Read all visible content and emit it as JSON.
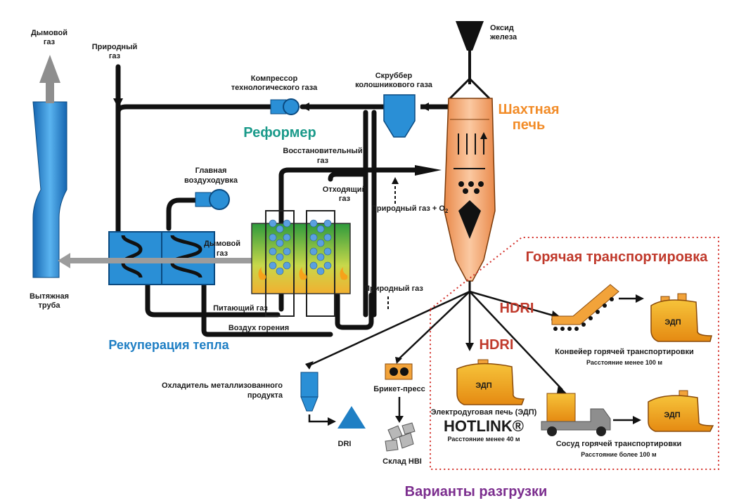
{
  "labels": {
    "flue_gas_top": [
      "Дымовой",
      "газ"
    ],
    "natural_gas_top": [
      "Природный",
      "газ"
    ],
    "stack": [
      "Вытяжная",
      "труба"
    ],
    "compressor": [
      "Компрессор",
      "технологического газа"
    ],
    "scrubber": [
      "Скруббер",
      "колошникового газа"
    ],
    "iron_oxide": [
      "Оксид",
      "железа"
    ],
    "shaft_furnace": [
      "Шахтная",
      "печь"
    ],
    "reformer": "Реформер",
    "reducing_gas": [
      "Восстановительный",
      "газ"
    ],
    "main_blower": [
      "Главная",
      "воздуходувка"
    ],
    "off_gas": [
      "Отходящий",
      "газ"
    ],
    "natural_gas_o2": "Природный газ + O",
    "o2_sub": "2",
    "flue_gas_mid": [
      "Дымовой",
      "газ"
    ],
    "natural_gas_right": "Природный газ",
    "feed_gas": "Питающий газ",
    "combustion_air": "Воздух горения",
    "heat_recovery": "Рекуперация тепла",
    "hot_transport": "Горячая транспортировка",
    "hdri_1": "HDRI",
    "hdri_2": "HDRI",
    "eaf_1": "ЭДП",
    "eaf_2": "ЭДП",
    "eaf_3": "ЭДП",
    "conveyor": "Конвейер горячей транспортировки",
    "conveyor_dist": "Расстояние менее 100 м",
    "cooler": [
      "Охладитель металлизованного",
      "продукта"
    ],
    "briquette": "Брикет-пресс",
    "eaf_label": "Электродуговая печь (ЭДП)",
    "hotlink": "HOTLINK®",
    "eaf_dist": "Расстояние менее 40 м",
    "vessel": "Сосуд горячей транспортировки",
    "vessel_dist": "Расстояние более 100 м",
    "dri": "DRI",
    "hbi": "Склад HBI",
    "discharge": "Варианты разгрузки"
  },
  "colors": {
    "teal": "#1a9a8a",
    "orange": "#f28c28",
    "blue": "#1f7fc4",
    "red": "#c0392b",
    "purple": "#7b2d8e",
    "pipe": "#111111",
    "unit_blue": "#2a8fd6",
    "furnace": "#f7a86a"
  }
}
